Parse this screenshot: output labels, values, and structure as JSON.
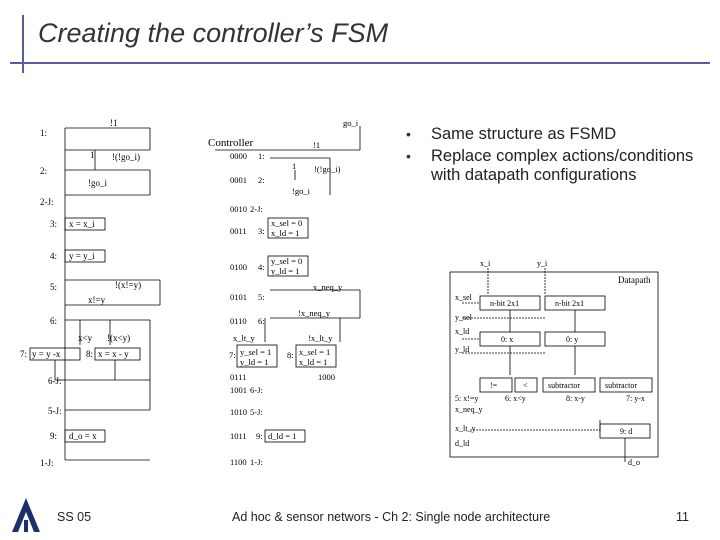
{
  "title": "Creating the controller’s FSM",
  "bullets": [
    "Same structure as FSMD",
    "Replace complex actions/conditions with datapath configurations"
  ],
  "left_fsm": {
    "states": [
      "1:",
      "2:",
      "2-J:",
      "3:",
      "4:",
      "5:",
      "6:",
      "7:",
      "8:",
      "6-J:",
      "5-J:",
      "9:",
      "1-J:"
    ],
    "actions": {
      "s3": "x = x_i",
      "s4": "y = y_i",
      "s7": "y = y -x",
      "s8": "x = x - y",
      "s9": "d_o = x"
    },
    "edges": {
      "one_top": "!1",
      "one_left": "1",
      "not_not_go": "!(!go_i)",
      "not_go": "!go_i",
      "not_xy": "!(x!=y)",
      "xy": "x!=y",
      "xlty": "x<y",
      "not_xlty": "!(x<y)"
    }
  },
  "controller": {
    "title": "Controller",
    "go_i": "go_i",
    "codes": [
      "0000",
      "0001",
      "0010",
      "0011",
      "0100",
      "0101",
      "0110",
      "0111",
      "1000",
      "1001",
      "1010",
      "1011",
      "1100"
    ],
    "states": [
      "1:",
      "2:",
      "2-J:",
      "3:",
      "4:",
      "5:",
      "6:",
      "7:",
      "8:",
      "6-J:",
      "5-J:",
      "9:",
      "1-J:"
    ],
    "outputs": {
      "s3a": "x_sel = 0",
      "s3b": "x_ld = 1",
      "s4a": "y_sel = 0",
      "s4b": "y_ld = 1",
      "s7a": "y_sel = 1",
      "s7b": "y_ld = 1",
      "s8a": "x_sel = 1",
      "s8b": "x_ld = 1",
      "s9": "d_ld = 1"
    },
    "edges": {
      "one_top": "!1",
      "one": "1",
      "not_not_go": "!(!go_i)",
      "not_go": "!go_i",
      "x_neq_y": "x_neq_y",
      "not_x_neq_y": "!x_neq_y",
      "x_lt_y": "x_lt_y",
      "not_x_lt_y": "!x_lt_y"
    }
  },
  "datapath": {
    "title": "Datapath",
    "inputs": [
      "x_i",
      "y_i"
    ],
    "mux": "n-bit 2x1",
    "reg_x": "0: x",
    "reg_y": "0: y",
    "ops": [
      "!=",
      "<",
      "subtractor",
      "subtractor"
    ],
    "op_labels": [
      "5: x!=y",
      "6: x<y",
      "8: x-y",
      "7: y-x"
    ],
    "reg_d": "9: d",
    "signals": [
      "x_sel",
      "y_sel",
      "x_ld",
      "y_ld",
      "x_neq_y",
      "x_lt_y",
      "d_ld",
      "d_o"
    ]
  },
  "footer": {
    "left": "SS 05",
    "center": "Ad hoc & sensor networs - Ch 2: Single node architecture",
    "page": "11"
  }
}
